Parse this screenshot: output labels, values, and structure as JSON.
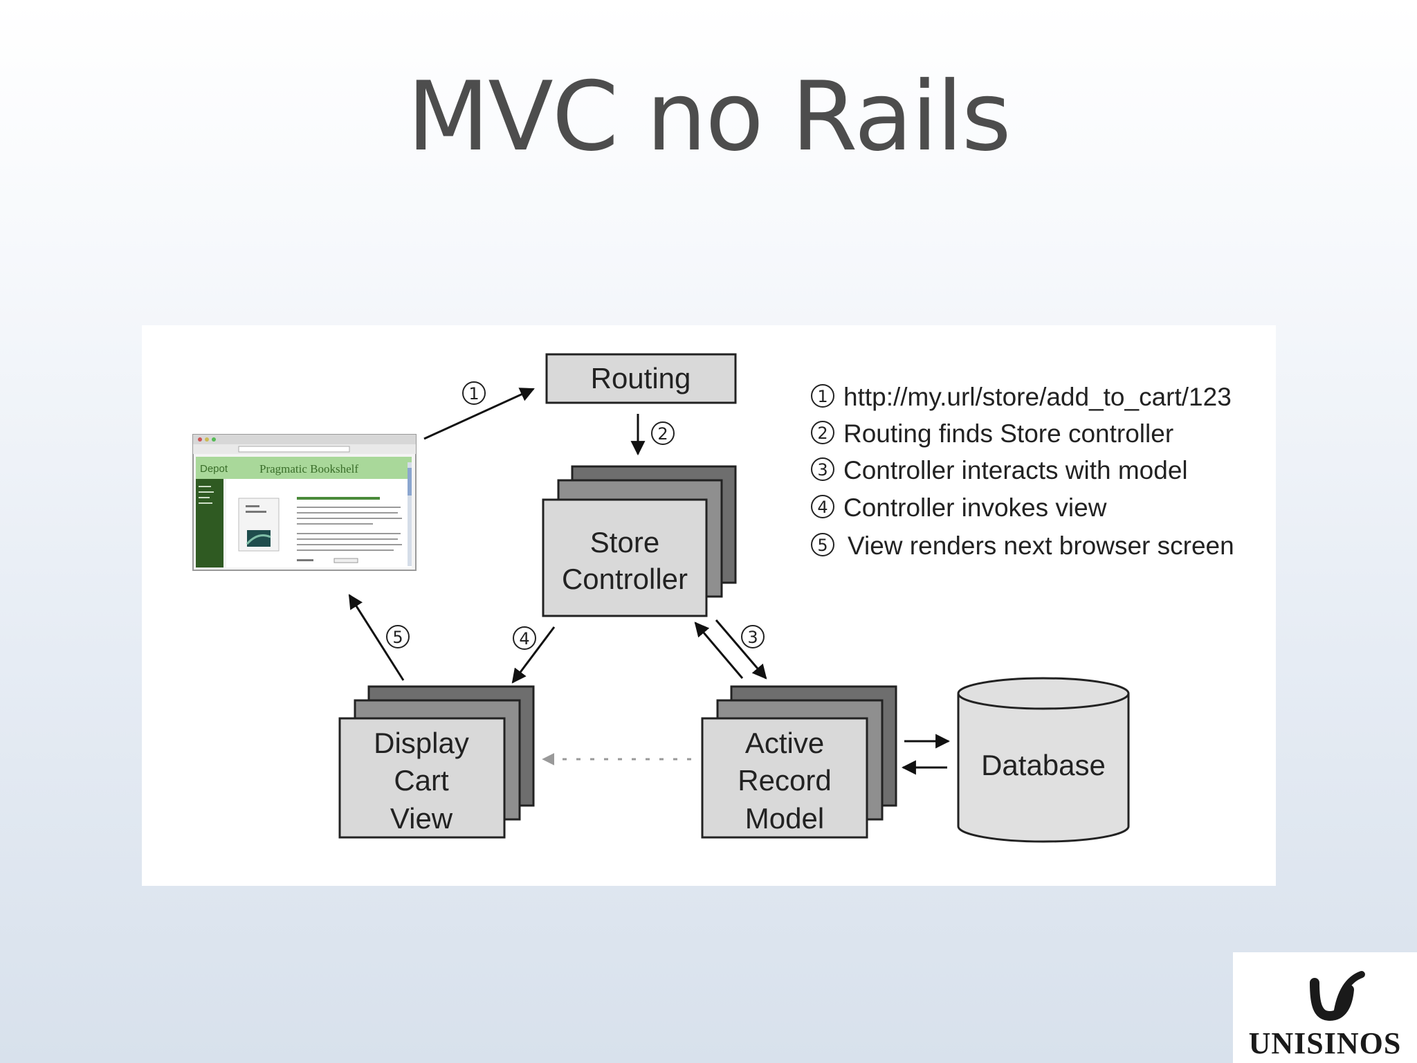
{
  "slide": {
    "title": "MVC no Rails"
  },
  "diagram": {
    "boxes": {
      "routing": "Routing",
      "controller": [
        "Store",
        "Controller"
      ],
      "view": [
        "Display",
        "Cart",
        "View"
      ],
      "model": [
        "Active",
        "Record",
        "Model"
      ],
      "database": "Database"
    },
    "step_markers": [
      "1",
      "2",
      "3",
      "4",
      "5"
    ],
    "legend": [
      {
        "num": "1",
        "text": "http://my.url/store/add_to_cart/123"
      },
      {
        "num": "2",
        "text": "Routing finds Store controller"
      },
      {
        "num": "3",
        "text": "Controller interacts with model"
      },
      {
        "num": "4",
        "text": "Controller invokes view"
      },
      {
        "num": "5",
        "text": "View renders next browser screen"
      }
    ],
    "browser_thumbnail": {
      "header_left": "Depot",
      "header_title": "Pragmatic Bookshelf"
    }
  },
  "logo": {
    "name": "UNISINOS"
  }
}
